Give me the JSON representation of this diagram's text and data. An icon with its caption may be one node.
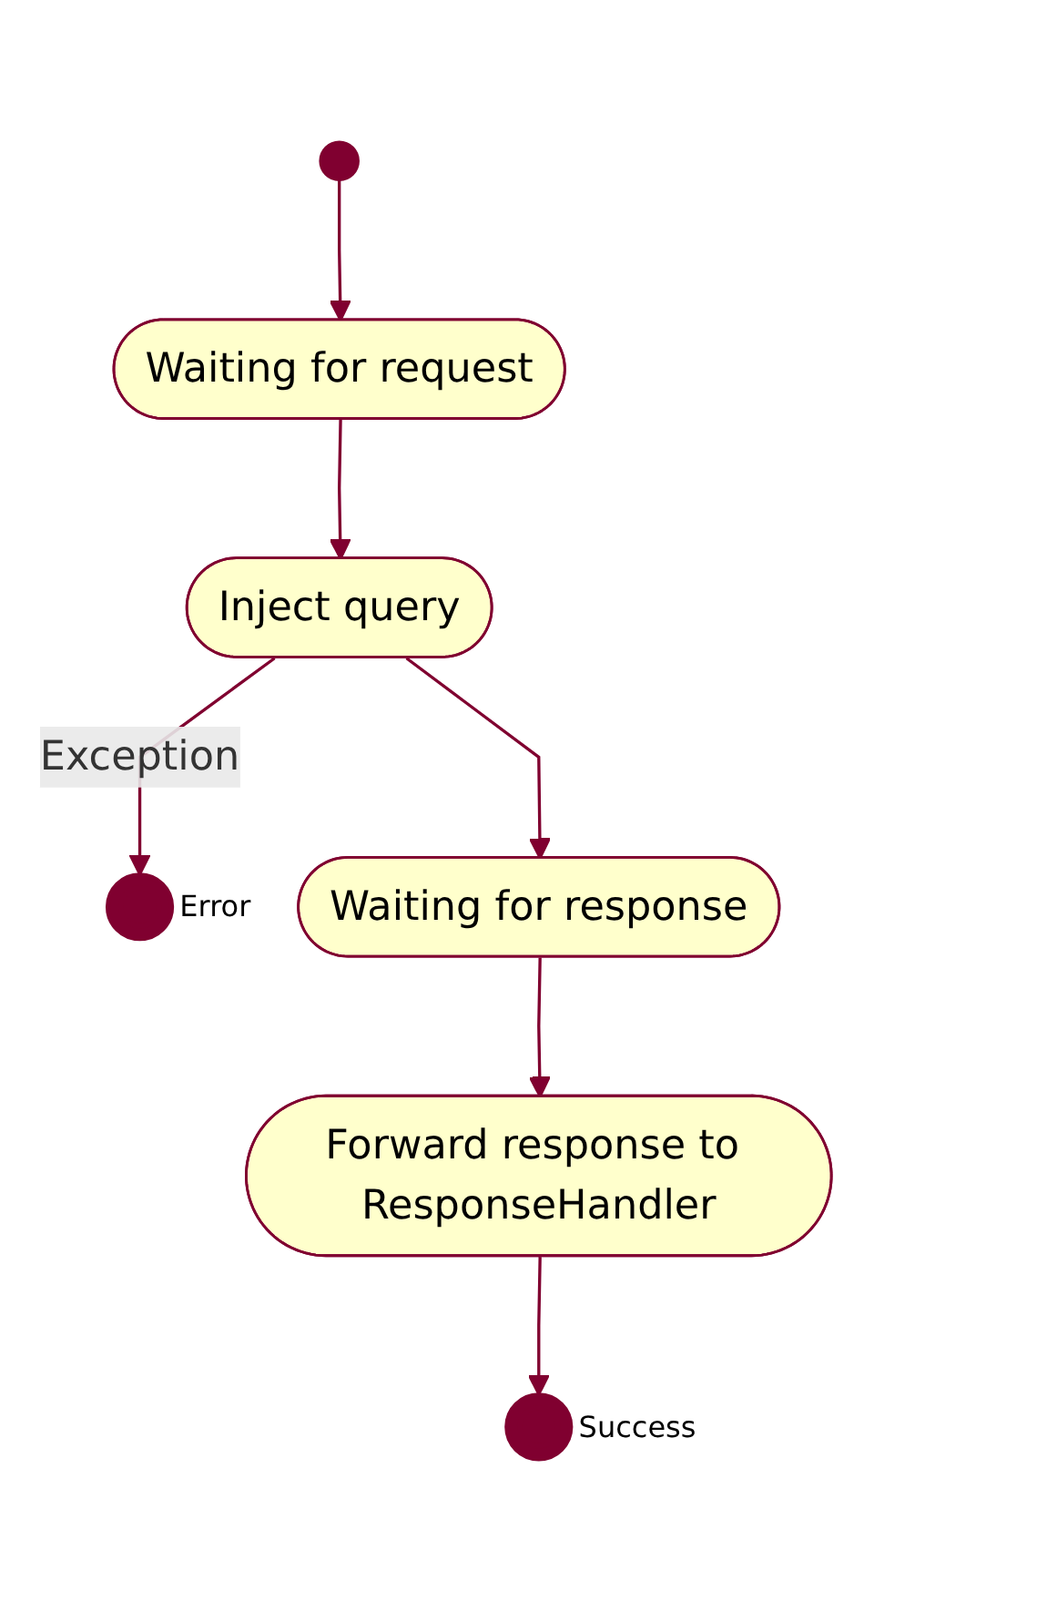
{
  "diagram": {
    "nodes": [
      {
        "text": [],
        "shape": "circle"
      },
      {
        "text": [
          "Waiting for request"
        ]
      },
      {
        "text": [
          "Inject query"
        ]
      },
      {
        "text": [],
        "shape": "circle",
        "beside": [
          "Error"
        ]
      },
      {
        "text": [
          "Waiting for response"
        ]
      },
      {
        "text": [
          "Forward response to ResponseHandler"
        ]
      },
      {
        "text": [],
        "shape": "circle",
        "beside": [
          "Success"
        ]
      }
    ],
    "edges": [
      {
        "from": 0,
        "to": 1,
        "arrow": "to"
      },
      {
        "from": 1,
        "to": 2,
        "arrow": "to"
      },
      {
        "from": 2,
        "to": 3,
        "arrow": "to",
        "label": "Exception"
      },
      {
        "from": 2,
        "to": 4,
        "arrow": "to"
      },
      {
        "from": 4,
        "to": 5,
        "arrow": "to"
      },
      {
        "from": 5,
        "to": 6,
        "arrow": "to"
      }
    ]
  }
}
